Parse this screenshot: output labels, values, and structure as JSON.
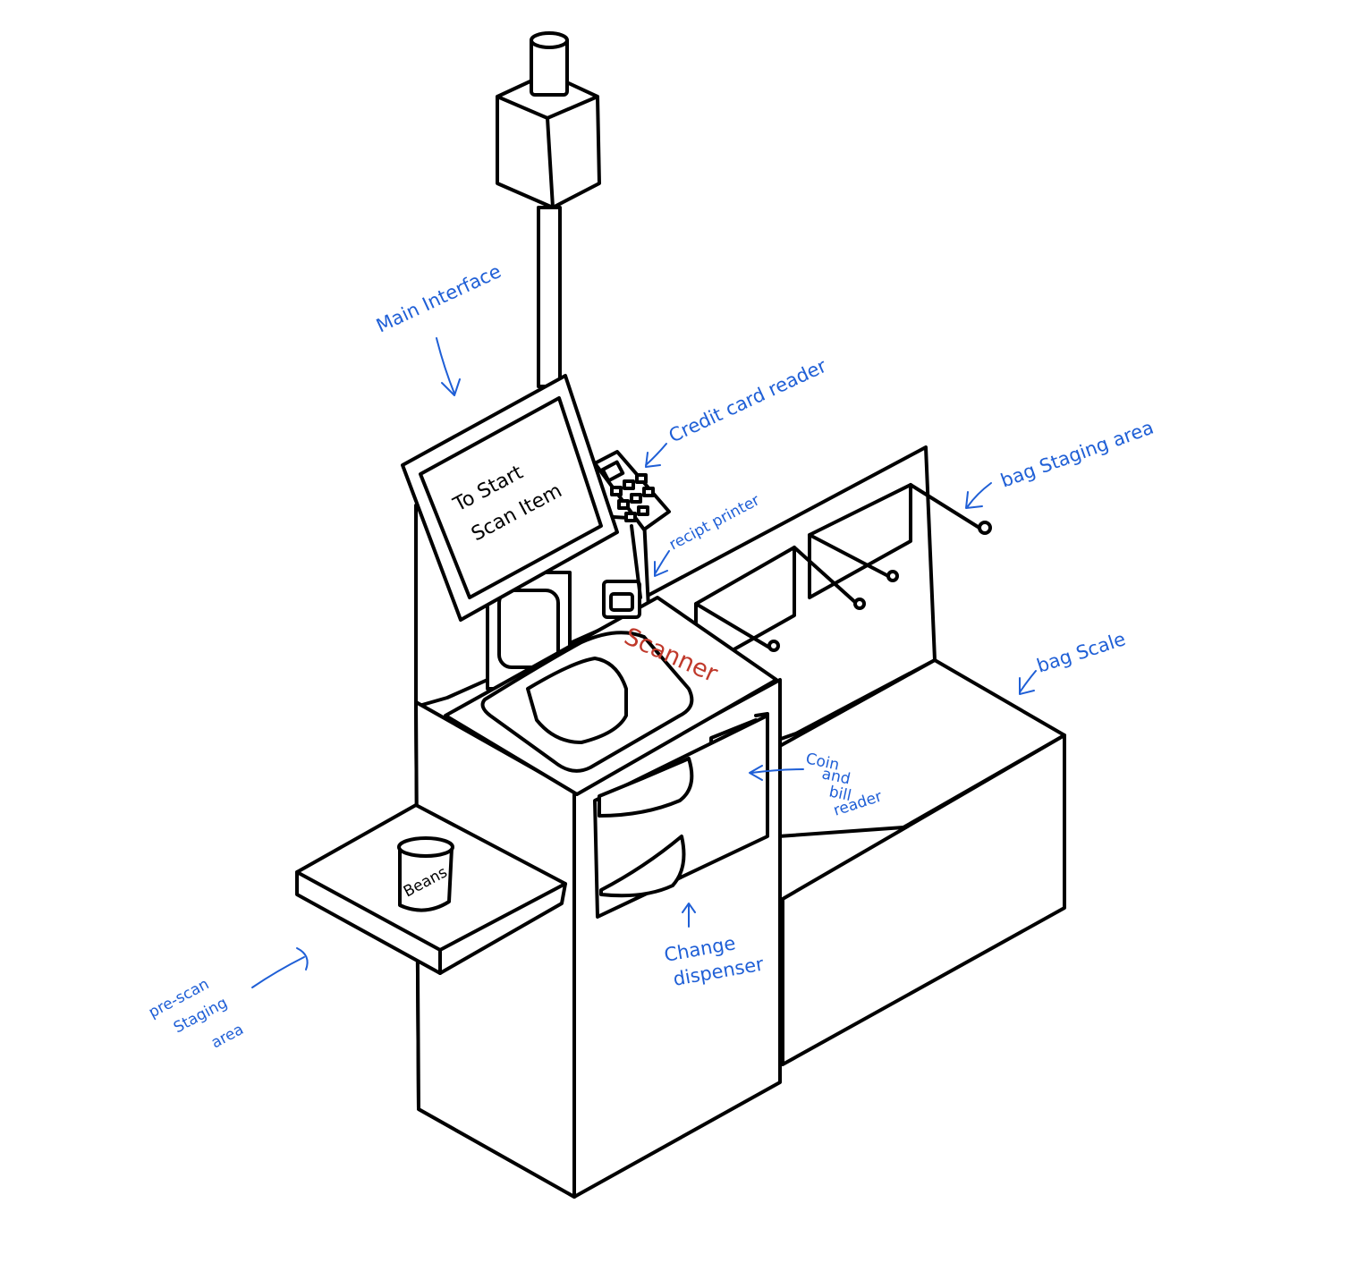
{
  "colors": {
    "ink": "#000000",
    "annotation": "#1f5fd6",
    "scanner_label": "#c0392b",
    "coin_slot": "#2e8b3e"
  },
  "screen": {
    "line1": "To Start",
    "line2": "Scan Item"
  },
  "can_label": "Beans",
  "labels": {
    "main_interface": "Main Interface",
    "credit_card_reader": "Credit card reader",
    "receipt_printer": "recipt printer",
    "bag_staging_area": "bag Staging area",
    "bag_scale": "bag Scale",
    "scanner": "Scanner",
    "coin_bill_reader": [
      "Coin",
      "and",
      "bill",
      "reader"
    ],
    "change_dispenser": [
      "Change",
      "dispenser"
    ],
    "pre_scan_staging_area": [
      "pre-scan",
      "Staging",
      "area"
    ]
  }
}
